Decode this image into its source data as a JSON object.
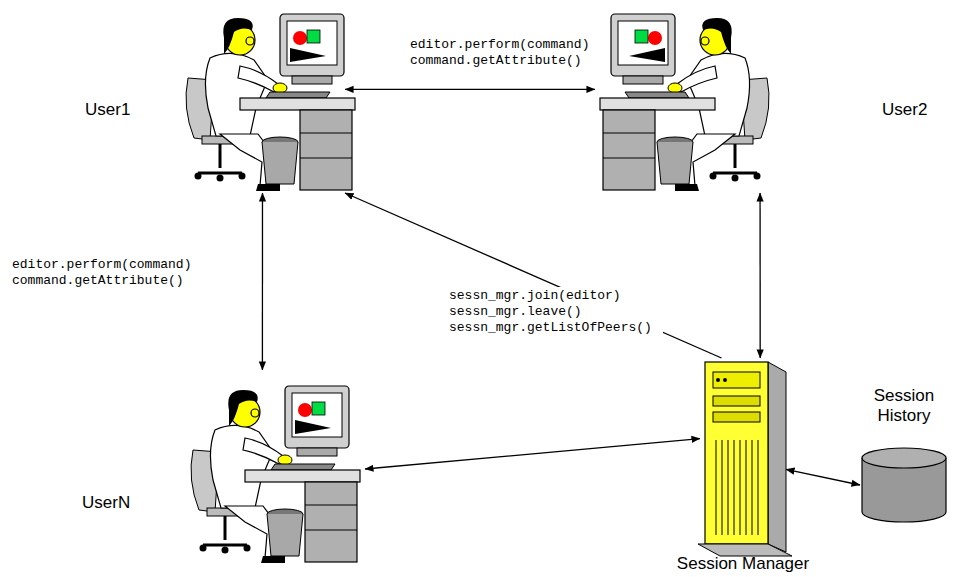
{
  "diagram": {
    "nodes": [
      {
        "text": [
          "User1"
        ]
      },
      {
        "text": [
          "User2"
        ]
      },
      {
        "text": [
          "UserN"
        ]
      },
      {
        "text": [
          "Session Manager"
        ]
      },
      {
        "text": [
          "Session History"
        ]
      }
    ],
    "edges": [
      {
        "from": 0,
        "to": 1,
        "arrow": "both",
        "label": "editor.perform(command) command.getAttribute()"
      },
      {
        "from": 0,
        "to": 2,
        "arrow": "both",
        "label": "editor.perform(command) command.getAttribute()"
      },
      {
        "from": 3,
        "to": 0,
        "arrow": "to",
        "label": "sessn_mgr.join(editor) sessn_mgr.leave() sessn_mgr.getListOfPeers()"
      },
      {
        "from": 1,
        "to": 3,
        "arrow": "both"
      },
      {
        "from": 2,
        "to": 3,
        "arrow": "both"
      },
      {
        "from": 3,
        "to": 4,
        "arrow": "both"
      }
    ]
  }
}
